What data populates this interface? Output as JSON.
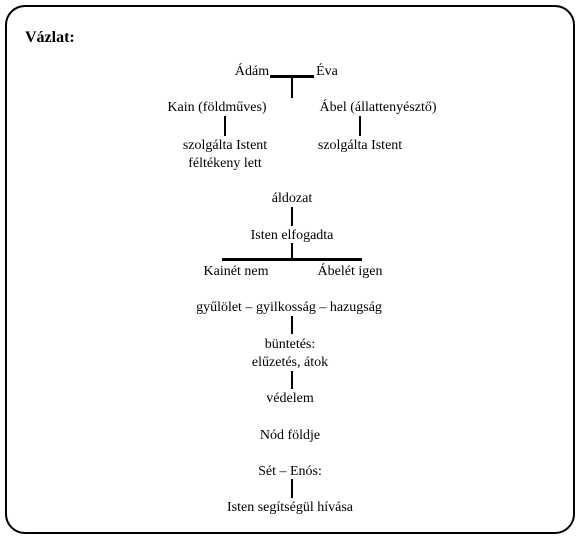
{
  "title": "Vázlat:",
  "nodes": {
    "adam": "Ádám",
    "eva": "Éva",
    "kain": "Kain (földműves)",
    "abel": "Ábel (állattenyésztő)",
    "kain_served": "szolgálta Istent",
    "kain_jealous": "féltékeny lett",
    "abel_served": "szolgálta Istent",
    "sacrifice": "áldozat",
    "god_accepted": "Isten elfogadta",
    "kains_no": "Kainét nem",
    "abels_yes": "Ábelét igen",
    "hatred_chain": "gyűlölet – gyilkosság – hazugság",
    "punishment": "büntetés:",
    "exile_curse": "elűzetés, átok",
    "protection": "védelem",
    "land_of_nod": "Nód földje",
    "seth_enos": "Sét – Enós:",
    "calling_god": "Isten segítségül hívása"
  }
}
